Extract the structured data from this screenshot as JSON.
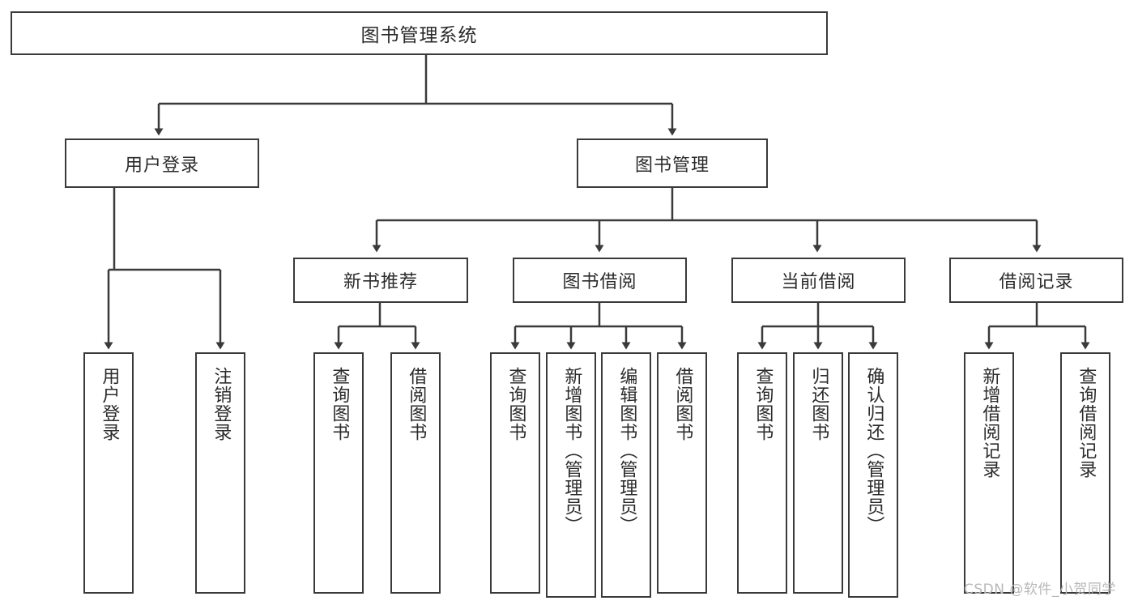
{
  "diagram": {
    "title": "图书管理系统",
    "type": "tree-hierarchy",
    "watermark": "CSDN @软件_小贺同学",
    "colors": {
      "stroke": "#3a3a3a",
      "fill": "#ffffff",
      "text": "#2b2b2b",
      "watermark": "#b8b8b8"
    },
    "root": {
      "label": "图书管理系统"
    },
    "level2": [
      {
        "label": "用户登录"
      },
      {
        "label": "图书管理"
      }
    ],
    "level3": [
      {
        "label": "新书推荐"
      },
      {
        "label": "图书借阅"
      },
      {
        "label": "当前借阅"
      },
      {
        "label": "借阅记录"
      }
    ],
    "leaves": {
      "user_login": [
        {
          "label": "用户登录"
        },
        {
          "label": "注销登录"
        }
      ],
      "new_book_rec": [
        {
          "label": "查询图书"
        },
        {
          "label": "借阅图书"
        }
      ],
      "book_borrow": [
        {
          "label": "查询图书"
        },
        {
          "label": "新增图书（管理员）"
        },
        {
          "label": "编辑图书（管理员）"
        },
        {
          "label": "借阅图书"
        }
      ],
      "current_borrow": [
        {
          "label": "查询图书"
        },
        {
          "label": "归还图书"
        },
        {
          "label": "确认归还（管理员）"
        }
      ],
      "borrow_record": [
        {
          "label": "新增借阅记录"
        },
        {
          "label": "查询借阅记录"
        }
      ]
    }
  }
}
